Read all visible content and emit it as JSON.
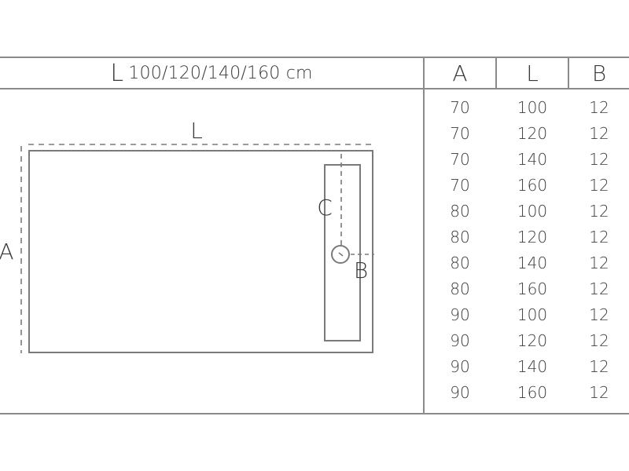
{
  "header": {
    "dimension_letter": "L",
    "dimension_sizes": "100/120/140/160 cm"
  },
  "diagram": {
    "label_length": "L",
    "label_width": "A",
    "label_drain_offset": "C",
    "label_channel_width": "B"
  },
  "table": {
    "columns": [
      "A",
      "L",
      "B"
    ],
    "rows": [
      [
        "70",
        "100",
        "12"
      ],
      [
        "70",
        "120",
        "12"
      ],
      [
        "70",
        "140",
        "12"
      ],
      [
        "70",
        "160",
        "12"
      ],
      [
        "80",
        "100",
        "12"
      ],
      [
        "80",
        "120",
        "12"
      ],
      [
        "80",
        "140",
        "12"
      ],
      [
        "80",
        "160",
        "12"
      ],
      [
        "90",
        "100",
        "12"
      ],
      [
        "90",
        "120",
        "12"
      ],
      [
        "90",
        "140",
        "12"
      ],
      [
        "90",
        "160",
        "12"
      ]
    ]
  }
}
